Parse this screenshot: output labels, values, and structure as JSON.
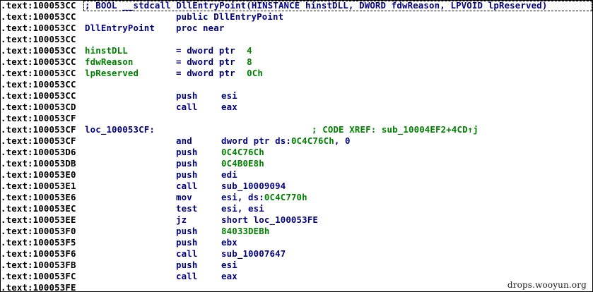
{
  "rows": [
    {
      "addr": ".text:100053CC",
      "comment": "; BOOL __stdcall DllEntryPoint(HINSTANCE hinstDLL, DWORD fdwReason, LPVOID lpReserved)",
      "selected": true
    },
    {
      "addr": ".text:100053CC",
      "pub": "public DllEntryPoint"
    },
    {
      "addr": ".text:100053CC",
      "label": "DllEntryPoint",
      "mn": "proc near"
    },
    {
      "addr": ".text:100053CC"
    },
    {
      "addr": ".text:100053CC",
      "var": "hinstDLL",
      "eq": "= dword ptr  ",
      "val": "4"
    },
    {
      "addr": ".text:100053CC",
      "var": "fdwReason",
      "eq": "= dword ptr  ",
      "val": "8"
    },
    {
      "addr": ".text:100053CC",
      "var": "lpReserved",
      "eq": "= dword ptr  ",
      "val": "0Ch"
    },
    {
      "addr": ".text:100053CC"
    },
    {
      "addr": ".text:100053CC",
      "mn": "push",
      "op": "esi"
    },
    {
      "addr": ".text:100053CD",
      "mn": "call",
      "op": "eax"
    },
    {
      "addr": ".text:100053CF"
    },
    {
      "addr": ".text:100053CF",
      "label": "loc_100053CF:",
      "xref": "; CODE XREF: sub_10004EF2+4CD↑j"
    },
    {
      "addr": ".text:100053CF",
      "mn": "and",
      "op": "dword ptr ds:",
      "opnum": "0C4C76Ch",
      "optail": ", 0"
    },
    {
      "addr": ".text:100053D6",
      "mn": "push",
      "opnum": "0C4C76Ch"
    },
    {
      "addr": ".text:100053DB",
      "mn": "push",
      "opnum": "0C4B0E8h"
    },
    {
      "addr": ".text:100053E0",
      "mn": "push",
      "op": "edi"
    },
    {
      "addr": ".text:100053E1",
      "mn": "call",
      "op": "sub_10009094"
    },
    {
      "addr": ".text:100053E6",
      "mn": "mov",
      "op": "esi, ds:",
      "opnum": "0C4C770h"
    },
    {
      "addr": ".text:100053EC",
      "mn": "test",
      "op": "esi, esi"
    },
    {
      "addr": ".text:100053EE",
      "mn": "jz",
      "op": "short loc_100053FE"
    },
    {
      "addr": ".text:100053F0",
      "mn": "push",
      "opnum": "84033DEBh"
    },
    {
      "addr": ".text:100053F5",
      "mn": "push",
      "op": "ebx"
    },
    {
      "addr": ".text:100053F6",
      "mn": "call",
      "op": "sub_10007647"
    },
    {
      "addr": ".text:100053FB",
      "mn": "push",
      "op": "esi"
    },
    {
      "addr": ".text:100053FC",
      "mn": "call",
      "op": "eax"
    },
    {
      "addr": ".text:100053FE"
    }
  ],
  "watermark": "drops.wooyun.org",
  "colors": {
    "text": "#000080",
    "comment": "#008000",
    "number": "#008000",
    "segment": "#000000"
  }
}
